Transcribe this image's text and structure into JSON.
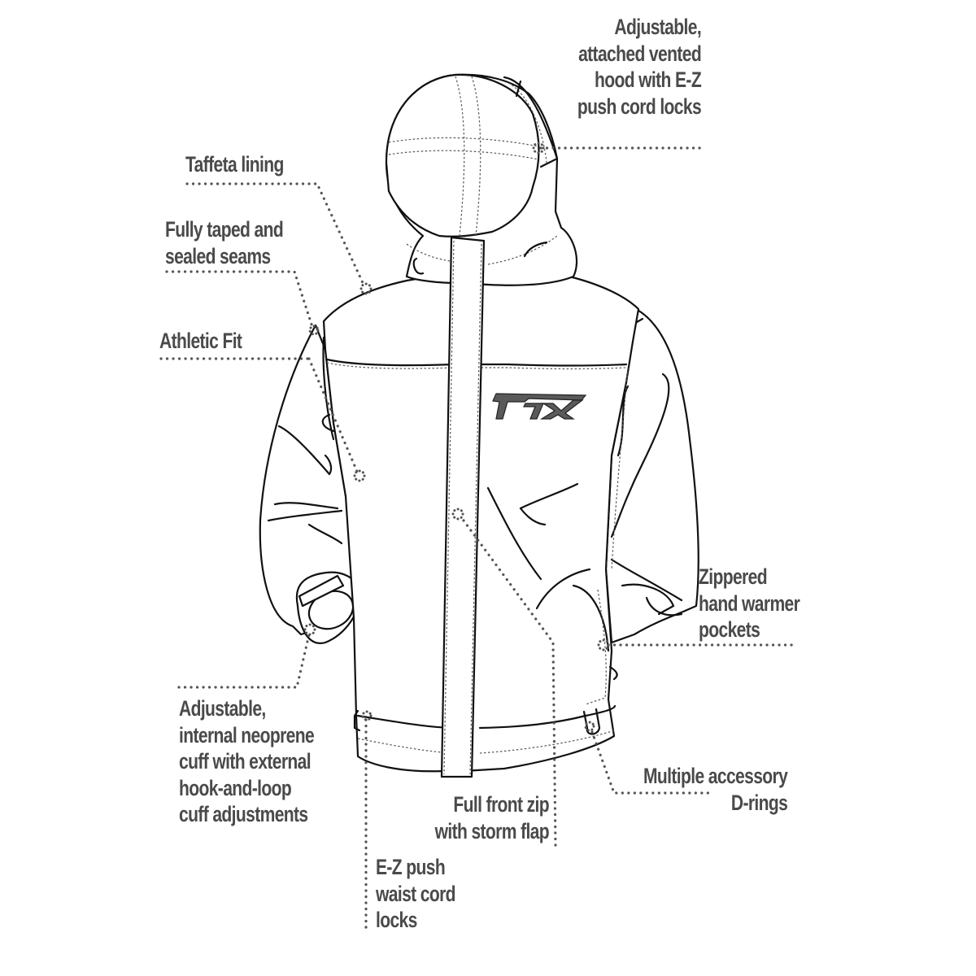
{
  "diagram": {
    "subject": "Technical rain jacket line drawing with feature callouts",
    "logo_text": "FTX",
    "colors": {
      "background": "#ffffff",
      "outline": "#111111",
      "label_text": "#4a4a4a",
      "leader": "#555555",
      "logo_fill": "#5a5a5a"
    },
    "callouts": [
      {
        "id": "hood",
        "lines": [
          "Adjustable,",
          "attached vented",
          "hood with E-Z",
          "push cord locks"
        ]
      },
      {
        "id": "taffeta",
        "lines": [
          "Taffeta lining"
        ]
      },
      {
        "id": "seams",
        "lines": [
          "Fully taped and",
          "sealed seams"
        ]
      },
      {
        "id": "athletic",
        "lines": [
          "Athletic Fit"
        ]
      },
      {
        "id": "pockets",
        "lines": [
          "Zippered",
          "hand warmer",
          "pockets"
        ]
      },
      {
        "id": "cuff",
        "lines": [
          "Adjustable,",
          "internal neoprene",
          "cuff with external",
          "hook-and-loop",
          "cuff adjustments"
        ]
      },
      {
        "id": "drings",
        "lines": [
          "Multiple accessory",
          "D-rings"
        ]
      },
      {
        "id": "zip",
        "lines": [
          "Full front zip",
          "with storm flap"
        ]
      },
      {
        "id": "waist",
        "lines": [
          "E-Z push",
          "waist cord",
          "locks"
        ]
      }
    ]
  }
}
